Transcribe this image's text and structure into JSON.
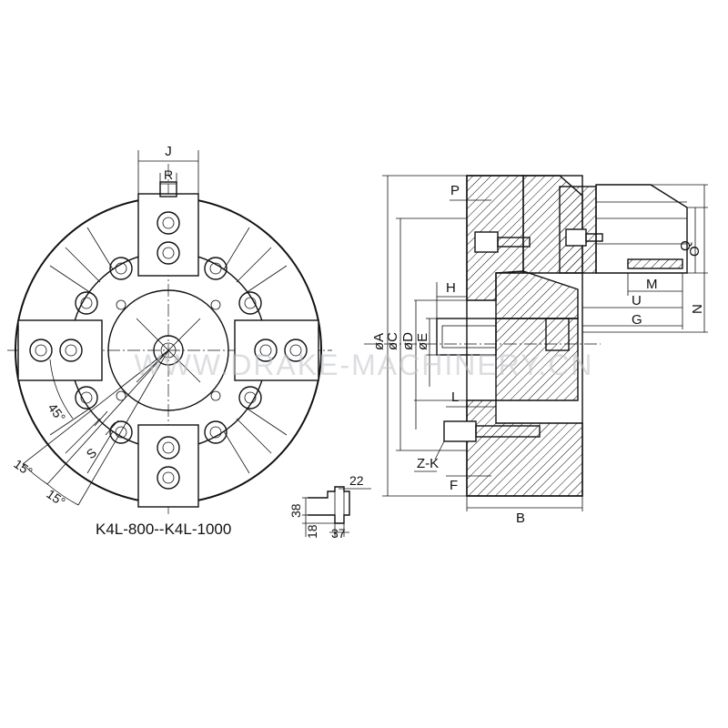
{
  "front_view": {
    "dimensions": {
      "j": "J",
      "r": "R",
      "s": "S",
      "angle_45": "45°",
      "angle_15a": "15°",
      "angle_15b": "15°"
    },
    "model_label": "K4L-800--K4L-1000"
  },
  "slot_detail": {
    "d22": "22",
    "d38": "38",
    "d18": "18",
    "d37": "37"
  },
  "side_view": {
    "dimensions": {
      "a": "øA",
      "c": "øC",
      "d": "øD",
      "e": "øE",
      "b": "B",
      "p": "P",
      "h": "H",
      "l": "L",
      "f": "F",
      "zk": "Z-K",
      "m": "M",
      "u": "U",
      "g": "G",
      "n": "N",
      "o": "O",
      "q": "Q"
    }
  },
  "watermark": "WWW.DRAKE-MACHINERY.CN",
  "colors": {
    "line": "#111111",
    "background": "#ffffff",
    "watermark": "#bfc3c8"
  }
}
